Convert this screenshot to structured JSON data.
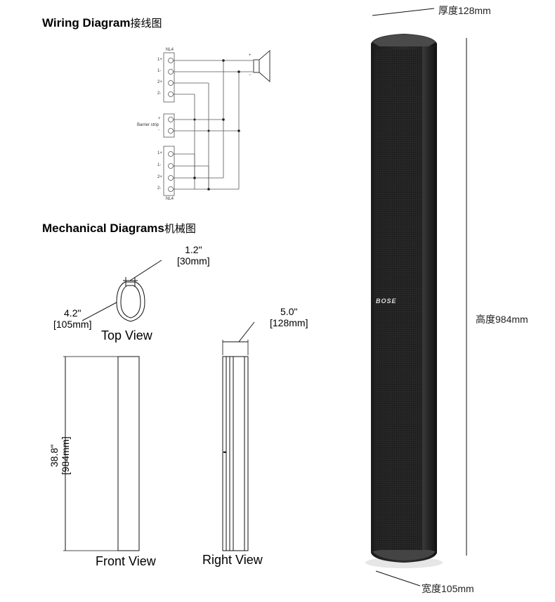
{
  "wiring": {
    "title": "Wiring Diagram",
    "title_cn": "接线图",
    "connector_top_label": "NL4",
    "connector_bottom_label": "NL4",
    "top_pins": [
      "1+",
      "1-",
      "2+",
      "2-"
    ],
    "barrier_label": "Barrier strip",
    "barrier_pins": [
      "+",
      "-"
    ],
    "bottom_pins": [
      "1+",
      "1-",
      "2+",
      "2-"
    ],
    "speaker_plus": "+",
    "speaker_minus": "−"
  },
  "mechanical": {
    "title": "Mechanical Diagrams",
    "title_cn": "机械图",
    "top_view_label": "Top View",
    "front_view_label": "Front View",
    "right_view_label": "Right View",
    "mount_dim_in": "1.2\"",
    "mount_dim_mm": "[30mm]",
    "width_dim_in": "4.2\"",
    "width_dim_mm": "[105mm]",
    "depth_dim_in": "5.0\"",
    "depth_dim_mm": "[128mm]",
    "height_dim_in": "38.8\"",
    "height_dim_mm": "[984mm]"
  },
  "product": {
    "brand": "BOSE",
    "depth_label": "厚度128mm",
    "height_label": "高度984mm",
    "width_label": "宽度105mm"
  }
}
